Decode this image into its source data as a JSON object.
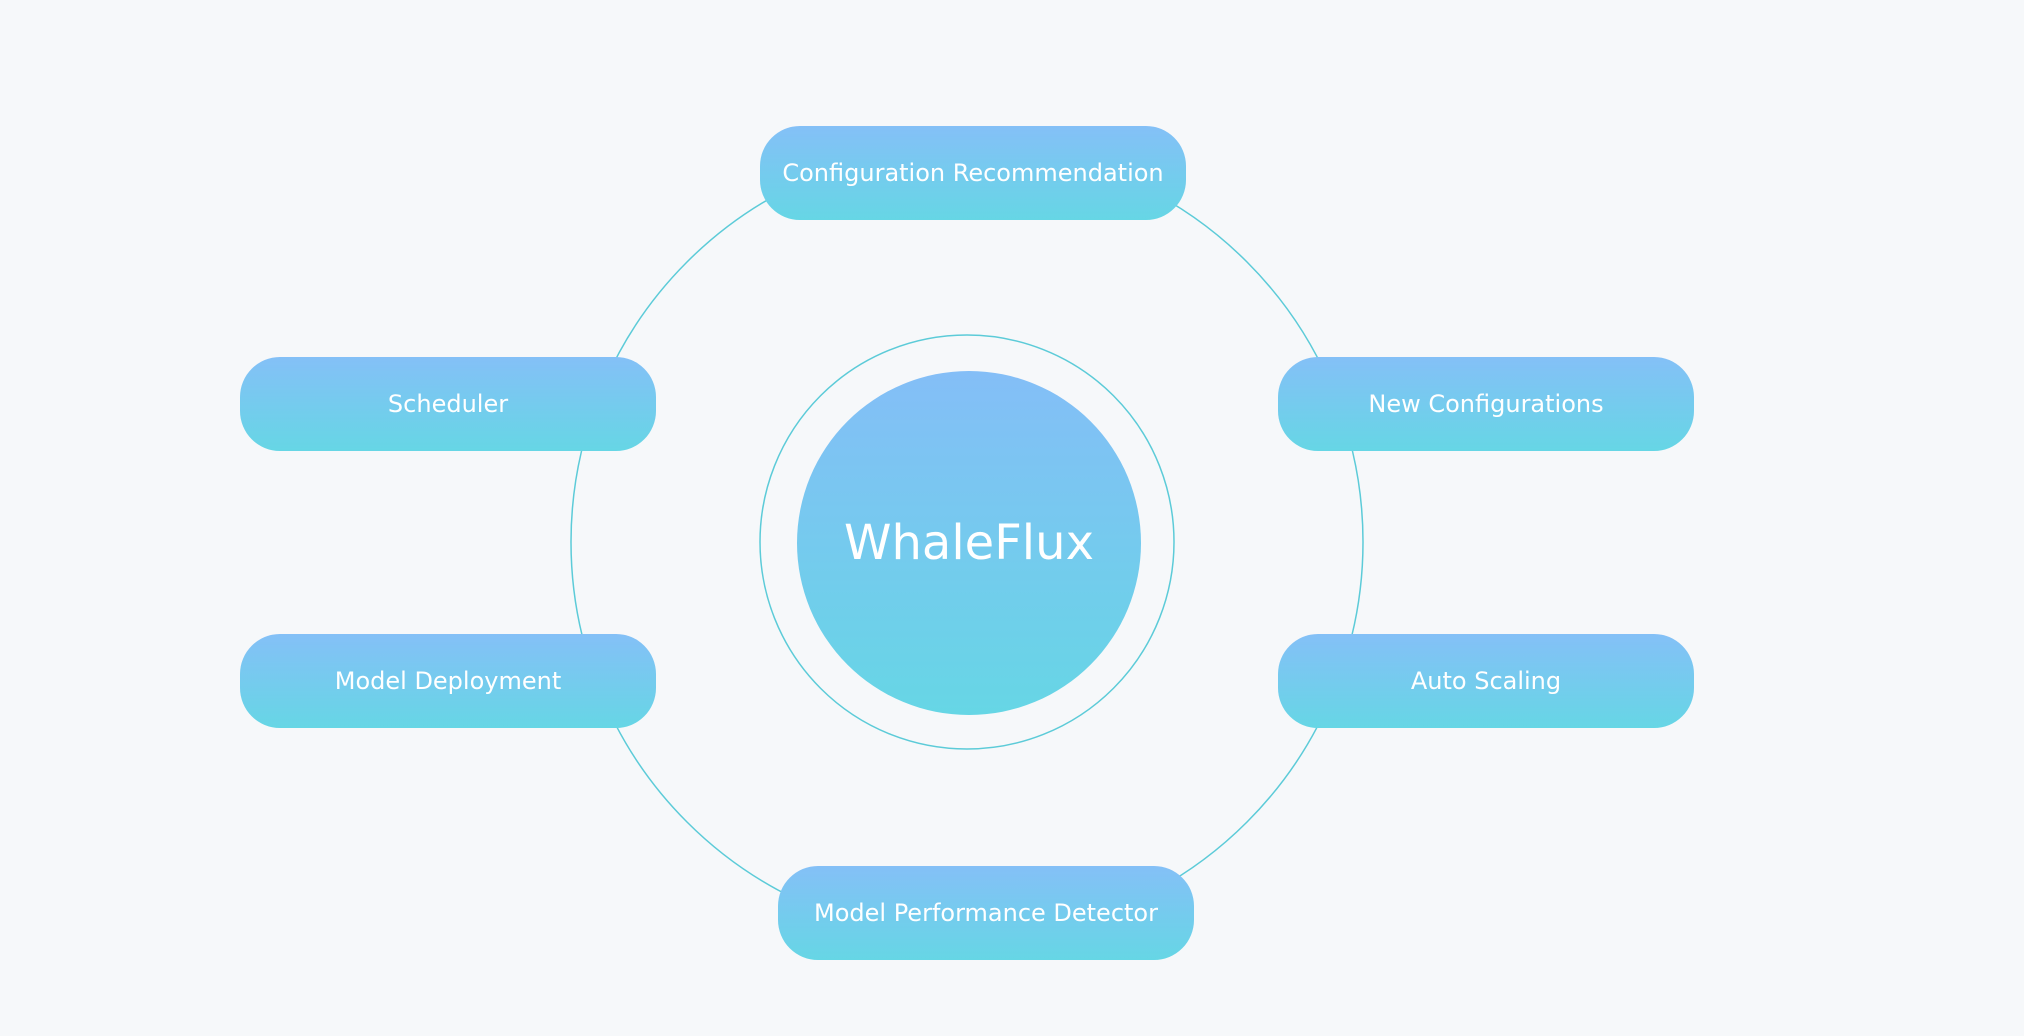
{
  "hub": {
    "label": "WhaleFlux"
  },
  "nodes": {
    "config": "Configuration Recommendation",
    "scheduler": "Scheduler",
    "new_configurations": "New Configurations",
    "model_deployment": "Model Deployment",
    "auto_scaling": "Auto Scaling",
    "performance_detector": "Model Performance Detector"
  },
  "colors": {
    "background": "#f6f8fa",
    "ring_stroke": "#5ccbd8",
    "gradient_top": "#84c0f7",
    "gradient_bottom": "#66d6e5",
    "text": "#ffffff"
  }
}
